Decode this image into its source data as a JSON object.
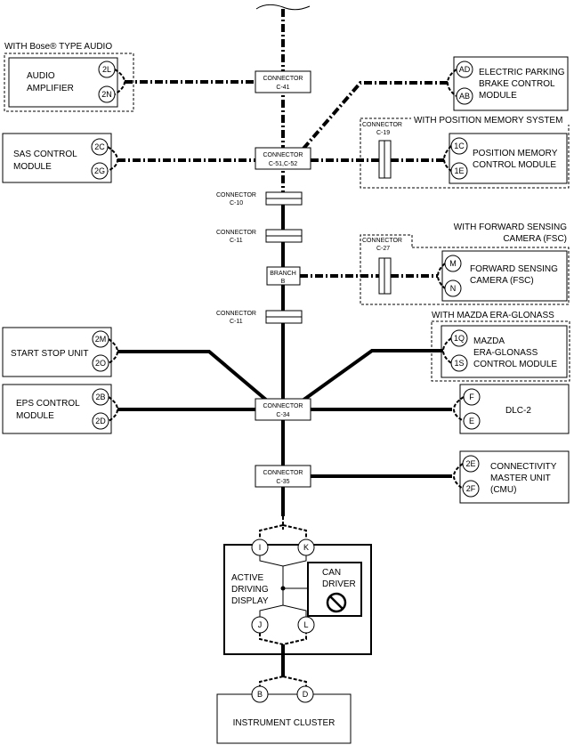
{
  "groups": {
    "bose": "WITH Bose® TYPE AUDIO",
    "position_memory": "WITH POSITION MEMORY SYSTEM",
    "fsc": "WITH FORWARD SENSING",
    "fsc2": "CAMERA (FSC)",
    "era": "WITH MAZDA ERA-GLONASS"
  },
  "modules": {
    "audio1": "AUDIO",
    "audio2": "AMPLIFIER",
    "epb1": "ELECTRIC PARKING",
    "epb2": "BRAKE CONTROL",
    "epb3": "MODULE",
    "sas1": "SAS CONTROL",
    "sas2": "MODULE",
    "pm1": "POSITION MEMORY",
    "pm2": "CONTROL MODULE",
    "fsc1": "FORWARD SENSING",
    "fsc2": "CAMERA (FSC)",
    "start": "START STOP UNIT",
    "era1": "MAZDA",
    "era2": "ERA-GLONASS",
    "era3": "CONTROL MODULE",
    "eps1": "EPS CONTROL",
    "eps2": "MODULE",
    "dlc": "DLC-2",
    "cmu1": "CONNECTIVITY",
    "cmu2": "MASTER UNIT",
    "cmu3": "(CMU)",
    "add1": "ACTIVE",
    "add2": "DRIVING",
    "add3": "DISPLAY",
    "can1": "CAN",
    "can2": "DRIVER",
    "cluster": "INSTRUMENT CLUSTER"
  },
  "connectors": {
    "c41a": "CONNECTOR",
    "c41b": "C-41",
    "c51a": "CONNECTOR",
    "c51b": "C-51,C-52",
    "c19a": "CONNECTOR",
    "c19b": "C-19",
    "c10a": "CONNECTOR",
    "c10b": "C-10",
    "c11a": "CONNECTOR",
    "c11b": "C-11",
    "c27a": "CONNECTOR",
    "c27b": "C-27",
    "brA": "BRANCH",
    "brB": "B",
    "c11c": "CONNECTOR",
    "c11d": "C-11",
    "c34a": "CONNECTOR",
    "c34b": "C-34",
    "c35a": "CONNECTOR",
    "c35b": "C-35"
  },
  "pins": {
    "2L": "2L",
    "2N": "2N",
    "AD": "AD",
    "AB": "AB",
    "2C": "2C",
    "2G": "2G",
    "1C": "1C",
    "1E": "1E",
    "M": "M",
    "N": "N",
    "2M": "2M",
    "2O": "2O",
    "1Q": "1Q",
    "1S": "1S",
    "2B": "2B",
    "2D": "2D",
    "F": "F",
    "E": "E",
    "2E": "2E",
    "2F": "2F",
    "I": "I",
    "K": "K",
    "J": "J",
    "L": "L",
    "B": "B",
    "D": "D"
  }
}
